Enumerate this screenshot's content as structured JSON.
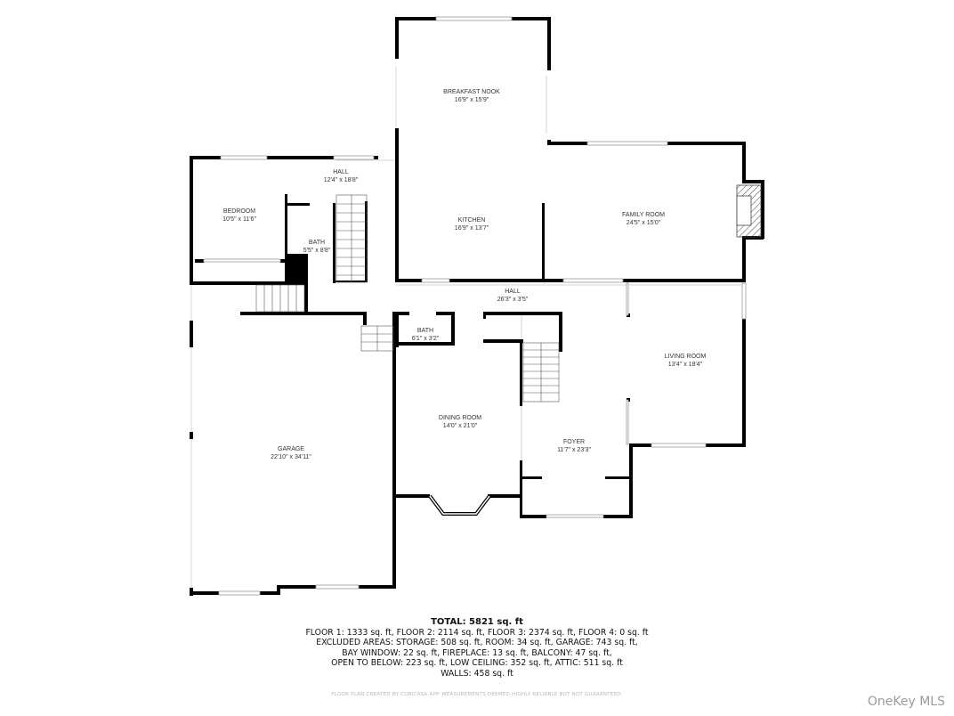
{
  "rooms": [
    {
      "name": "BREAKFAST NOOK",
      "dims": "16'9\" x 15'9\""
    },
    {
      "name": "HALL",
      "dims": "12'4\" x 18'8\""
    },
    {
      "name": "BEDROOM",
      "dims": "10'5\" x 11'6\""
    },
    {
      "name": "BATH",
      "dims": "5'5\" x 8'8\""
    },
    {
      "name": "KITCHEN",
      "dims": "16'9\" x 13'7\""
    },
    {
      "name": "FAMILY ROOM",
      "dims": "24'5\" x 15'0\""
    },
    {
      "name": "HALL",
      "dims": "26'3\" x 3'5\""
    },
    {
      "name": "BATH",
      "dims": "6'1\" x 3'2\""
    },
    {
      "name": "LIVING ROOM",
      "dims": "13'4\" x 18'4\""
    },
    {
      "name": "DINING ROOM",
      "dims": "14'0\" x 21'0\""
    },
    {
      "name": "FOYER",
      "dims": "11'7\" x 23'3\""
    },
    {
      "name": "GARAGE",
      "dims": "22'10\" x 34'11\""
    }
  ],
  "summary": {
    "total": "TOTAL: 5821 sq. ft",
    "floors": "FLOOR 1: 1333 sq. ft, FLOOR 2: 2114 sq. ft, FLOOR 3: 2374 sq. ft, FLOOR 4: 0 sq. ft",
    "excluded_1": "EXCLUDED AREAS: STORAGE: 508 sq. ft, ROOM: 34 sq. ft, GARAGE: 743 sq. ft,",
    "excluded_2": "BAY WINDOW: 22 sq. ft, FIREPLACE: 13 sq. ft, BALCONY: 47 sq. ft,",
    "excluded_3": "OPEN TO BELOW: 223 sq. ft, LOW CEILING: 352 sq. ft, ATTIC: 511 sq. ft",
    "walls": "WALLS: 458 sq. ft"
  },
  "disclaimer": "FLOOR PLAN CREATED BY CUBICASA APP. MEASUREMENTS DEEMED HIGHLY RELIABLE BUT NOT GUARANTEED.",
  "watermark": "OneKey MLS",
  "colors": {
    "wall": "#000000",
    "window": "#cccccc",
    "text": "#333333",
    "watermark": "#9a9a9a"
  }
}
